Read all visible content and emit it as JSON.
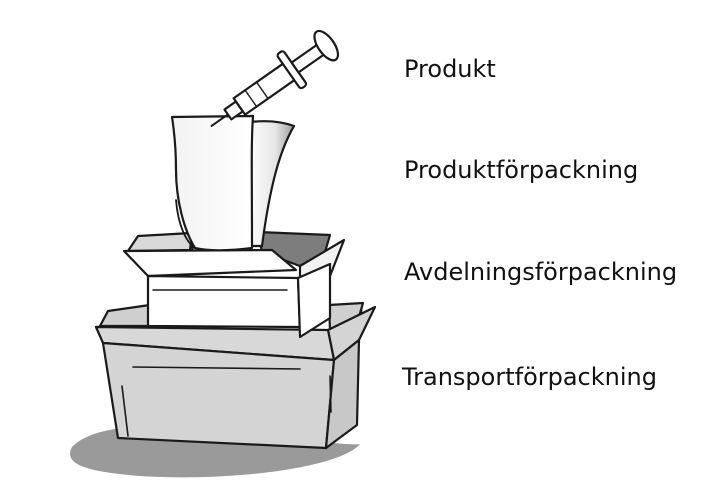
{
  "labels": {
    "product": "Produkt",
    "product_packaging": "Produktförpackning",
    "department_packaging": "Avdelningsförpackning",
    "transport_packaging": "Transportförpackning"
  },
  "colors": {
    "outline": "#1a1a1a",
    "shadow": "#9a9a9a",
    "box_fill": "#d4d4d4",
    "box_inner": "#8a8a8a",
    "white": "#ffffff"
  },
  "icons": {
    "product": "syringe-icon",
    "product_packaging": "leaflet-icon",
    "department_packaging": "small-box-icon",
    "transport_packaging": "large-box-icon"
  }
}
